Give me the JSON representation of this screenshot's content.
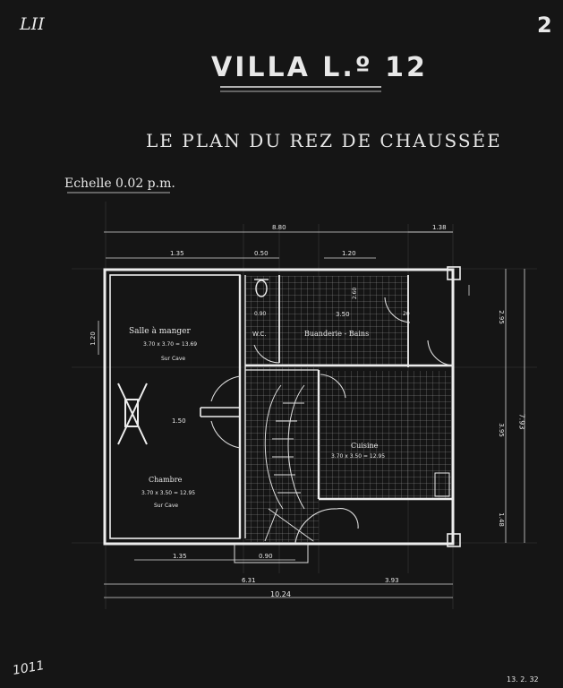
{
  "sheet": {
    "corner_roman": "LII",
    "page_number": "2",
    "title": "VILLA L.º 12",
    "subtitle": "LE PLAN DU REZ DE CHAUSSÉE",
    "scale": "Echelle 0.02 p.m.",
    "archive_number": "1011",
    "date": "13. 2. 32"
  },
  "dimensions": {
    "top_total": "8.80",
    "top_right": "1.38",
    "top_a": "1.35",
    "top_b": "0.50",
    "top_c": "1.20",
    "mid_150": "1.50",
    "left_120": "1.20",
    "right_295": "2.95",
    "right_395": "3.95",
    "right_793": "7.93",
    "right_148": "1.48",
    "bottom_a": "1.35",
    "bottom_b": "0.90",
    "bottom_left": "6.31",
    "bottom_right": "3.93",
    "bottom_total": "10.24",
    "wc_w": "0.90",
    "bath_w": "3.50",
    "bath_h": "2.60",
    "small_20": "20"
  },
  "rooms": {
    "dining": {
      "name": "Salle à manger",
      "dims": "3.70 x 3.70 = 13.69",
      "note": "Sur Cave"
    },
    "wc": {
      "name": "W.C."
    },
    "bath": {
      "name": "Buanderie - Bains"
    },
    "kitchen": {
      "name": "Cuisine",
      "dims": "3.70 x 3.50 = 12.95"
    },
    "bedroom": {
      "name": "Chambre",
      "dims": "3.70 x 3.50 = 12.95",
      "note": "Sur Cave"
    }
  },
  "colors": {
    "paper": "#151515",
    "line": "#e6e6e6"
  }
}
